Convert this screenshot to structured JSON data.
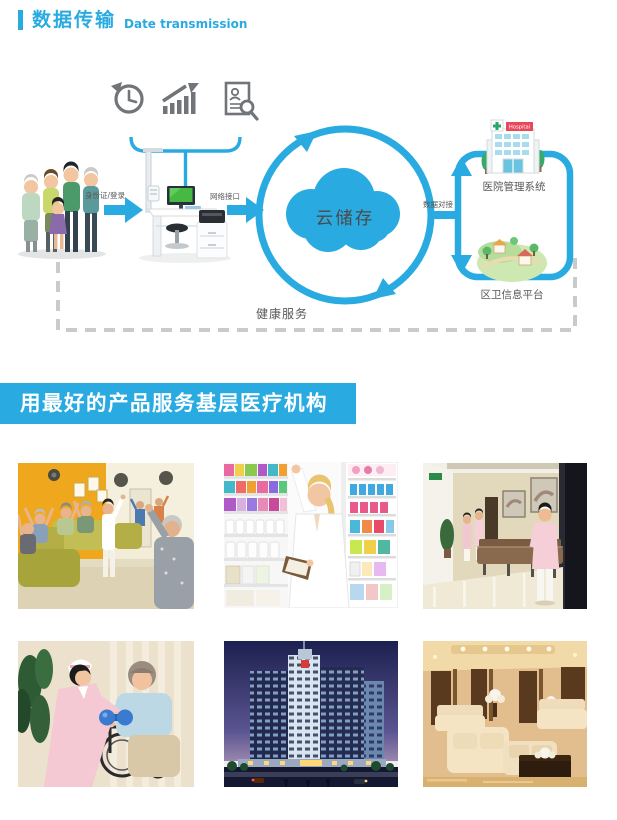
{
  "colors": {
    "accent": "#29abe2",
    "icon_gray": "#717478",
    "label_gray": "#595757",
    "dash_gray": "#c9caca",
    "cloud_text": "#4a4a4a"
  },
  "header": {
    "title": "数据传输",
    "subtitle": "Date transmission"
  },
  "diagram": {
    "id_login": "身份证/登录",
    "network_port": "网络接口",
    "cloud": "云储存",
    "data_link": "数据对接",
    "hospital_system": "医院管理系统",
    "district_platform": "区卫信息平台",
    "health_service": "健康服务",
    "hospital_sign": "Hospital"
  },
  "banner": {
    "text": "用最好的产品服务基层医疗机构"
  },
  "gallery": {
    "photos": [
      {
        "name": "senior-activity-room"
      },
      {
        "name": "pharmacy-shelves"
      },
      {
        "name": "clinic-corridor"
      },
      {
        "name": "rehabilitation-exercise"
      },
      {
        "name": "hospital-building"
      },
      {
        "name": "lobby-interior"
      }
    ]
  }
}
